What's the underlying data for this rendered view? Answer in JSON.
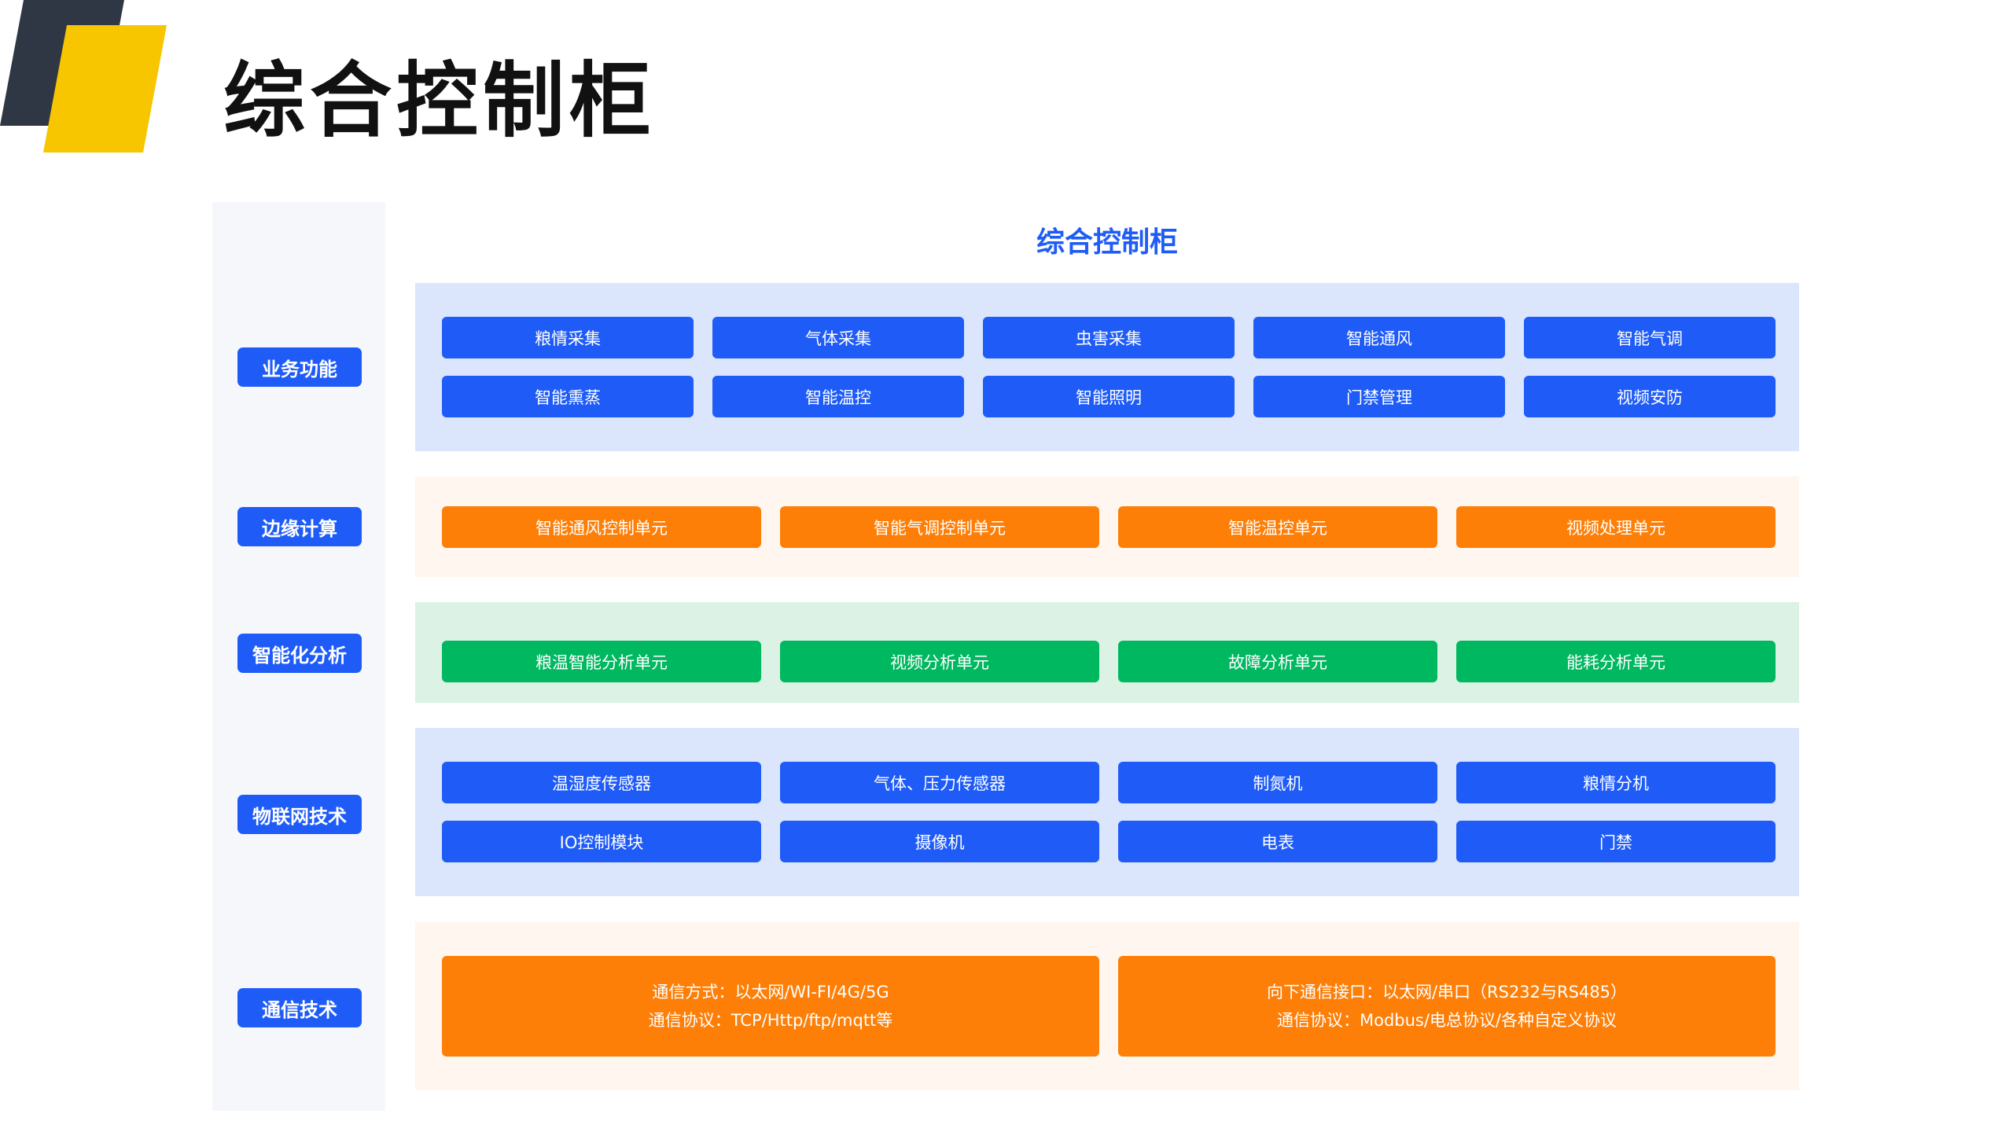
{
  "page_title": "综合控制柜",
  "diagram_title": "综合控制柜",
  "colors": {
    "accent_blue": "#1f5cf7",
    "orange": "#fd7f08",
    "green": "#00b860",
    "deco_dark": "#2f3744",
    "deco_yellow": "#f7c600"
  },
  "categories": [
    "业务功能",
    "边缘计算",
    "智能化分析",
    "物联网技术",
    "通信技术"
  ],
  "business": {
    "row1": [
      "粮情采集",
      "气体采集",
      "虫害采集",
      "智能通风",
      "智能气调"
    ],
    "row2": [
      "智能熏蒸",
      "智能温控",
      "智能照明",
      "门禁管理",
      "视频安防"
    ]
  },
  "edge": [
    "智能通风控制单元",
    "智能气调控制单元",
    "智能温控单元",
    "视频处理单元"
  ],
  "analysis": [
    "粮温智能分析单元",
    "视频分析单元",
    "故障分析单元",
    "能耗分析单元"
  ],
  "iot": {
    "row1": [
      "温湿度传感器",
      "气体、压力传感器",
      "制氮机",
      "粮情分机"
    ],
    "row2": [
      "IO控制模块",
      "摄像机",
      "电表",
      "门禁"
    ]
  },
  "comm": [
    {
      "line1": "通信方式：以太网/WI-FI/4G/5G",
      "line2": "通信协议：TCP/Http/ftp/mqtt等"
    },
    {
      "line1": "向下通信接口：以太网/串口（RS232与RS485）",
      "line2": "通信协议：Modbus/电总协议/各种自定义协议"
    }
  ]
}
